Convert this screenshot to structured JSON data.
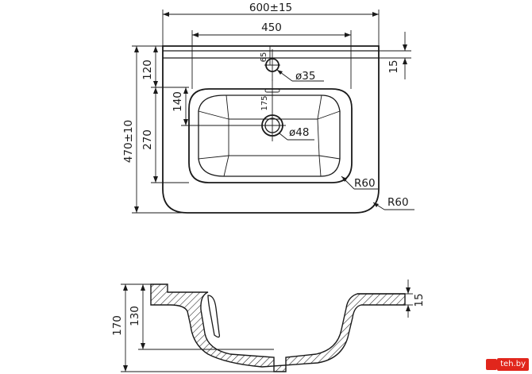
{
  "dimensions": {
    "total_width": "600±15",
    "inner_width": "450",
    "total_depth": "470±10",
    "depth_120": "120",
    "depth_270": "270",
    "depth_140": "140",
    "depth_15_top": "15",
    "tap_hole_offset": "65",
    "drain_offset": "175",
    "tap_hole_diameter": "ø35",
    "drain_diameter": "ø48",
    "inner_radius": "R60",
    "outer_radius": "R60",
    "side_height_170": "170",
    "side_height_130": "130",
    "side_rim_15": "15"
  },
  "watermark": {
    "text": "teh.by"
  }
}
